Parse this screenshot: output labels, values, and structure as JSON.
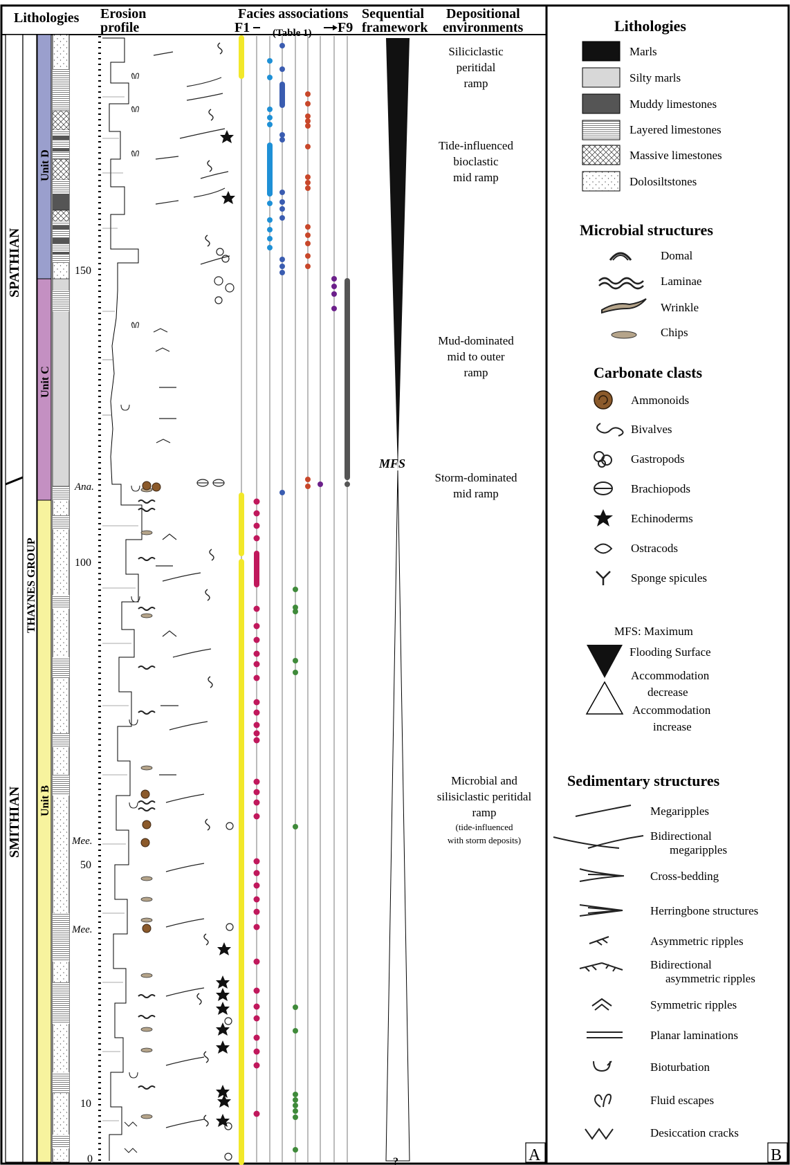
{
  "headers": {
    "lithologies": "Lithologies",
    "erosion_profile": [
      "Erosion",
      "profile"
    ],
    "facies": "Facies associations",
    "facies_table": "(Table 1)",
    "f1": "F1",
    "f9": "F9",
    "sequential": [
      "Sequential",
      "framework"
    ],
    "depositional": [
      "Depositional",
      "environments"
    ]
  },
  "stages": {
    "spathian": "SPATHIAN",
    "smithian": "SMITHIAN",
    "group": "THAYNES GROUP"
  },
  "units": {
    "d": "Unit D",
    "c": "Unit C",
    "b": "Unit B"
  },
  "scale": {
    "ticks": [
      "150",
      "100",
      "50",
      "10",
      "0"
    ],
    "ammonoid_levels": [
      "Ana.",
      "Mee.",
      "Mee."
    ]
  },
  "environments": [
    [
      "Siliciclastic",
      "peritidal",
      "ramp"
    ],
    [
      "Tide-influenced",
      "bioclastic",
      "mid ramp"
    ],
    [
      "Mud-dominated",
      "mid to outer",
      "ramp"
    ],
    [
      "Storm-dominated",
      "mid ramp"
    ],
    [
      "Microbial and",
      "silisiclastic peritidal",
      "ramp"
    ],
    [
      "(tide-influenced",
      "with storm deposits)"
    ]
  ],
  "sequence": {
    "mfs": "MFS",
    "unknown": "?"
  },
  "panels": {
    "a": "A",
    "b": "B"
  },
  "legend": {
    "lithologies": {
      "title": "Lithologies",
      "items": [
        "Marls",
        "Silty marls",
        "Muddy limestones",
        "Layered limestones",
        "Massive limestones",
        "Dolosiltstones"
      ]
    },
    "microbial": {
      "title": "Microbial structures",
      "items": [
        "Domal",
        "Laminae",
        "Wrinkle",
        "Chips"
      ]
    },
    "clasts": {
      "title": "Carbonate clasts",
      "items": [
        "Ammonoids",
        "Bivalves",
        "Gastropods",
        "Brachiopods",
        "Echinoderms",
        "Ostracods",
        "Sponge spicules"
      ]
    },
    "mfs": [
      "MFS: Maximum",
      "Flooding Surface"
    ],
    "accommodation": [
      [
        "Accommodation",
        "decrease"
      ],
      [
        "Accommodation",
        "increase"
      ]
    ],
    "sedimentary": {
      "title": "Sedimentary structures",
      "items": [
        [
          "Megaripples"
        ],
        [
          "Bidirectional",
          "megaripples"
        ],
        [
          "Cross-bedding"
        ],
        [
          "Herringbone structures"
        ],
        [
          "Asymmetric ripples"
        ],
        [
          "Bidirectional",
          "asymmetric ripples"
        ],
        [
          "Symmetric ripples"
        ],
        [
          "Planar laminations"
        ],
        [
          "Bioturbation"
        ],
        [
          "Fluid escapes"
        ],
        [
          "Desiccation cracks"
        ]
      ]
    }
  },
  "colors": {
    "unit_d": "#9a9fcd",
    "unit_c": "#c490c2",
    "unit_b": "#f7f39e",
    "f1": "#f2e82a",
    "magenta": "#c0185c",
    "light_blue": "#1e90d6",
    "dark_blue": "#3a5cb0",
    "orange": "#c8472a",
    "purple": "#6b1f8a",
    "green": "#3f8a3a",
    "grey": "#555555"
  }
}
